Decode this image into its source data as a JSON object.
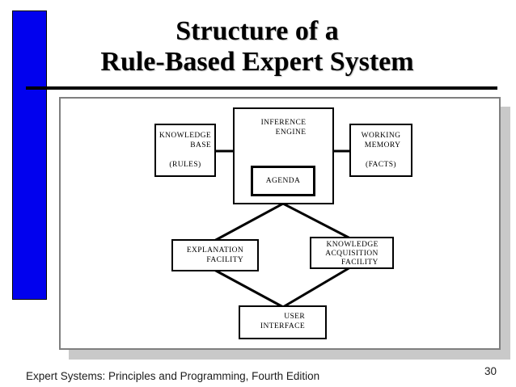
{
  "slide": {
    "title_line1": "Structure of a",
    "title_line2": "Rule-Based Expert System",
    "footer": "Expert Systems: Principles and Programming, Fourth Edition",
    "page_number": "30",
    "accent_color": "#0101ee"
  },
  "diagram": {
    "nodes": {
      "knowledge_base": {
        "label": "KNOWLEDGE\nBASE",
        "sublabel": "(RULES)"
      },
      "inference_engine": {
        "label": "INFERENCE\nENGINE"
      },
      "agenda": {
        "label": "AGENDA"
      },
      "working_memory": {
        "label": "WORKING\nMEMORY",
        "sublabel": "(FACTS)"
      },
      "explanation_facility": {
        "label": "EXPLANATION\nFACILITY"
      },
      "knowledge_acquisition_facility": {
        "label": "KNOWLEDGE\nACQUISITION\nFACILITY"
      },
      "user_interface": {
        "label": "USER\nINTERFACE"
      }
    },
    "edges": [
      {
        "from": "knowledge_base",
        "to": "inference_engine"
      },
      {
        "from": "inference_engine",
        "to": "working_memory"
      },
      {
        "from": "inference_engine",
        "to": "explanation_facility"
      },
      {
        "from": "inference_engine",
        "to": "knowledge_acquisition_facility"
      },
      {
        "from": "explanation_facility",
        "to": "user_interface"
      },
      {
        "from": "knowledge_acquisition_facility",
        "to": "user_interface"
      }
    ]
  }
}
